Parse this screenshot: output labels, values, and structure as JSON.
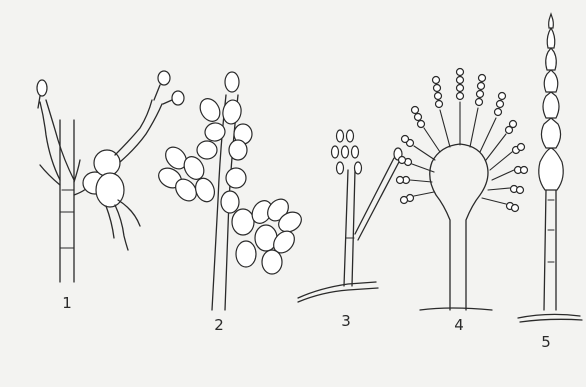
{
  "figure": {
    "labels": [
      "1",
      "2",
      "3",
      "4",
      "5"
    ]
  }
}
